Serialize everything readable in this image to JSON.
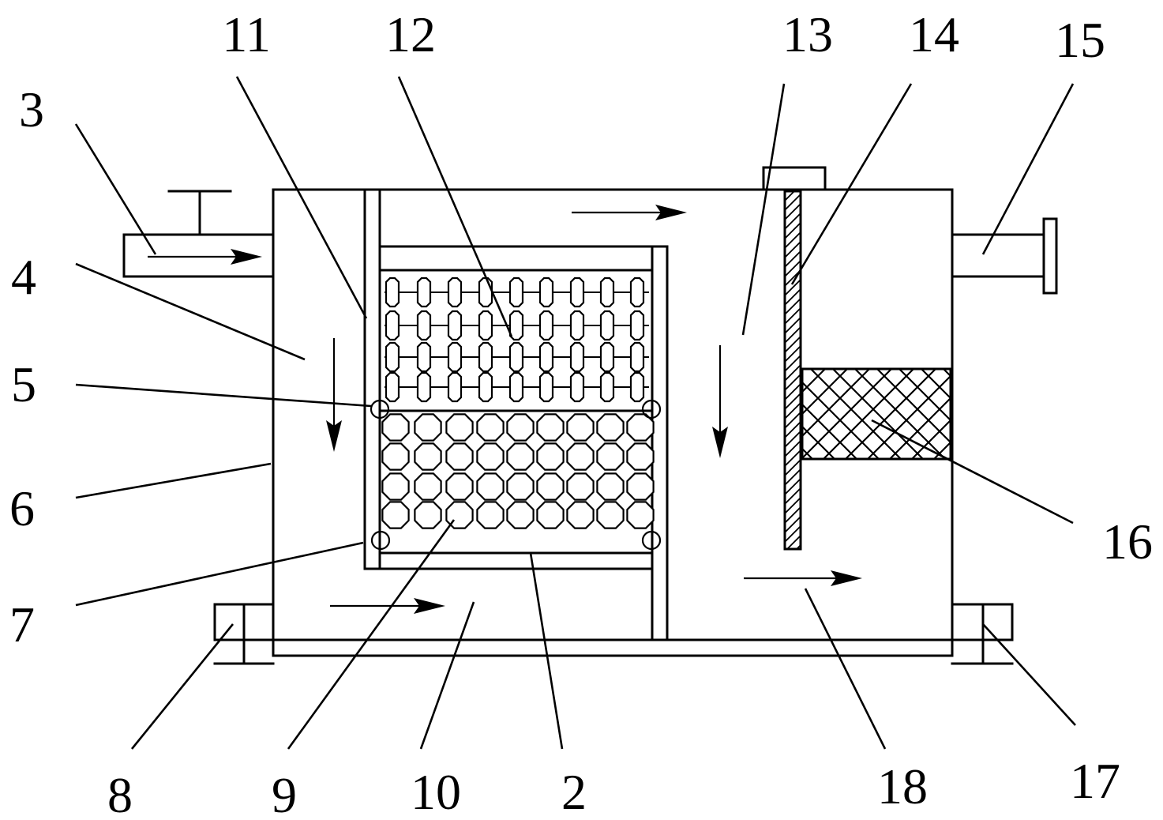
{
  "labels": [
    {
      "id": "l3",
      "text": "3"
    },
    {
      "id": "l11",
      "text": "11"
    },
    {
      "id": "l12",
      "text": "12"
    },
    {
      "id": "l13",
      "text": "13"
    },
    {
      "id": "l14",
      "text": "14"
    },
    {
      "id": "l15",
      "text": "15"
    },
    {
      "id": "l4",
      "text": "4"
    },
    {
      "id": "l5",
      "text": "5"
    },
    {
      "id": "l6",
      "text": "6"
    },
    {
      "id": "l7",
      "text": "7"
    },
    {
      "id": "l16",
      "text": "16"
    },
    {
      "id": "l8",
      "text": "8"
    },
    {
      "id": "l9",
      "text": "9"
    },
    {
      "id": "l10",
      "text": "10"
    },
    {
      "id": "l2",
      "text": "2"
    },
    {
      "id": "l18",
      "text": "18"
    },
    {
      "id": "l17",
      "text": "17"
    }
  ]
}
